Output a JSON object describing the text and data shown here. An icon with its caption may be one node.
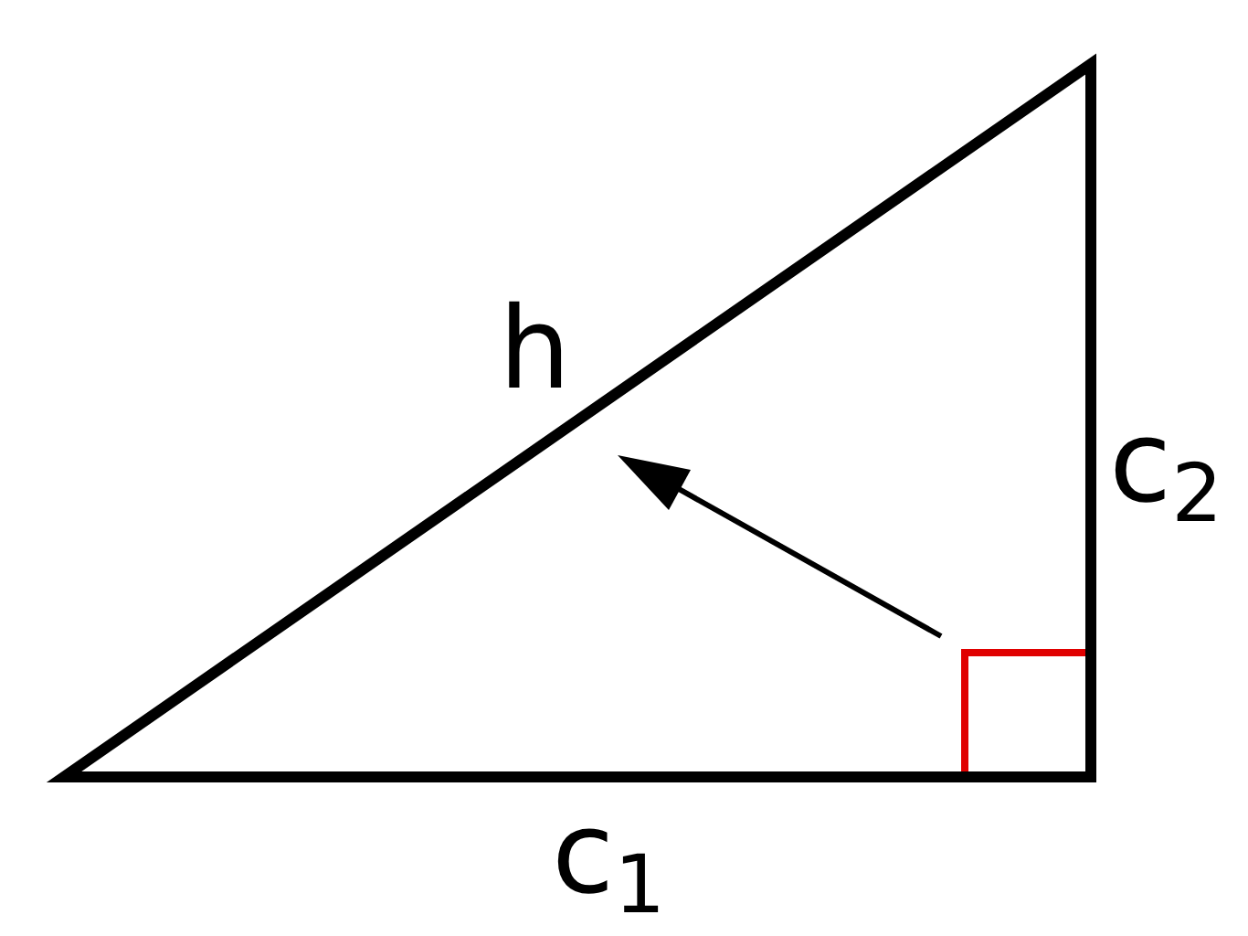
{
  "diagram": {
    "labels": [
      "h",
      "c$_{2}$",
      "c$_{1}$"
    ]
  }
}
